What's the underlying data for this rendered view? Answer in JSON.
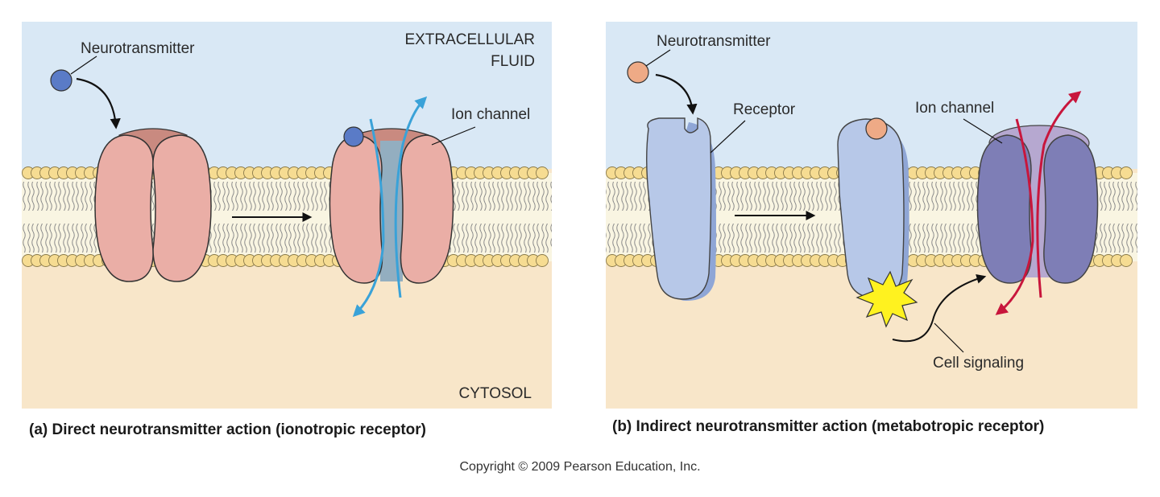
{
  "panel_a": {
    "neurotransmitter_label": "Neurotransmitter",
    "extracellular_line1": "EXTRACELLULAR",
    "extracellular_line2": "FLUID",
    "ion_channel_label": "Ion channel",
    "cytosol_label": "CYTOSOL",
    "caption": "(a) Direct neurotransmitter action (ionotropic receptor)"
  },
  "panel_b": {
    "neurotransmitter_label": "Neurotransmitter",
    "receptor_label": "Receptor",
    "ion_channel_label": "Ion channel",
    "cell_signaling_label": "Cell signaling",
    "caption": "(b) Indirect neurotransmitter action (metabotropic receptor)"
  },
  "copyright": "Copyright © 2009 Pearson Education, Inc.",
  "colors": {
    "extracellular": "#d9e8f5",
    "cytosol": "#f8e6c9",
    "lipid_head": "#f6dc92",
    "ionotropic_receptor": "#eaaea6",
    "metabotropic_receptor": "#b7c8e8",
    "ion_channel_b": "#7e7eb6",
    "neurotransmitter_a": "#5a7bc7",
    "neurotransmitter_b": "#eeaa86",
    "ion_flow_a": "#3aa2d8",
    "ion_flow_b": "#c8163c",
    "signal_burst": "#fff21f"
  }
}
